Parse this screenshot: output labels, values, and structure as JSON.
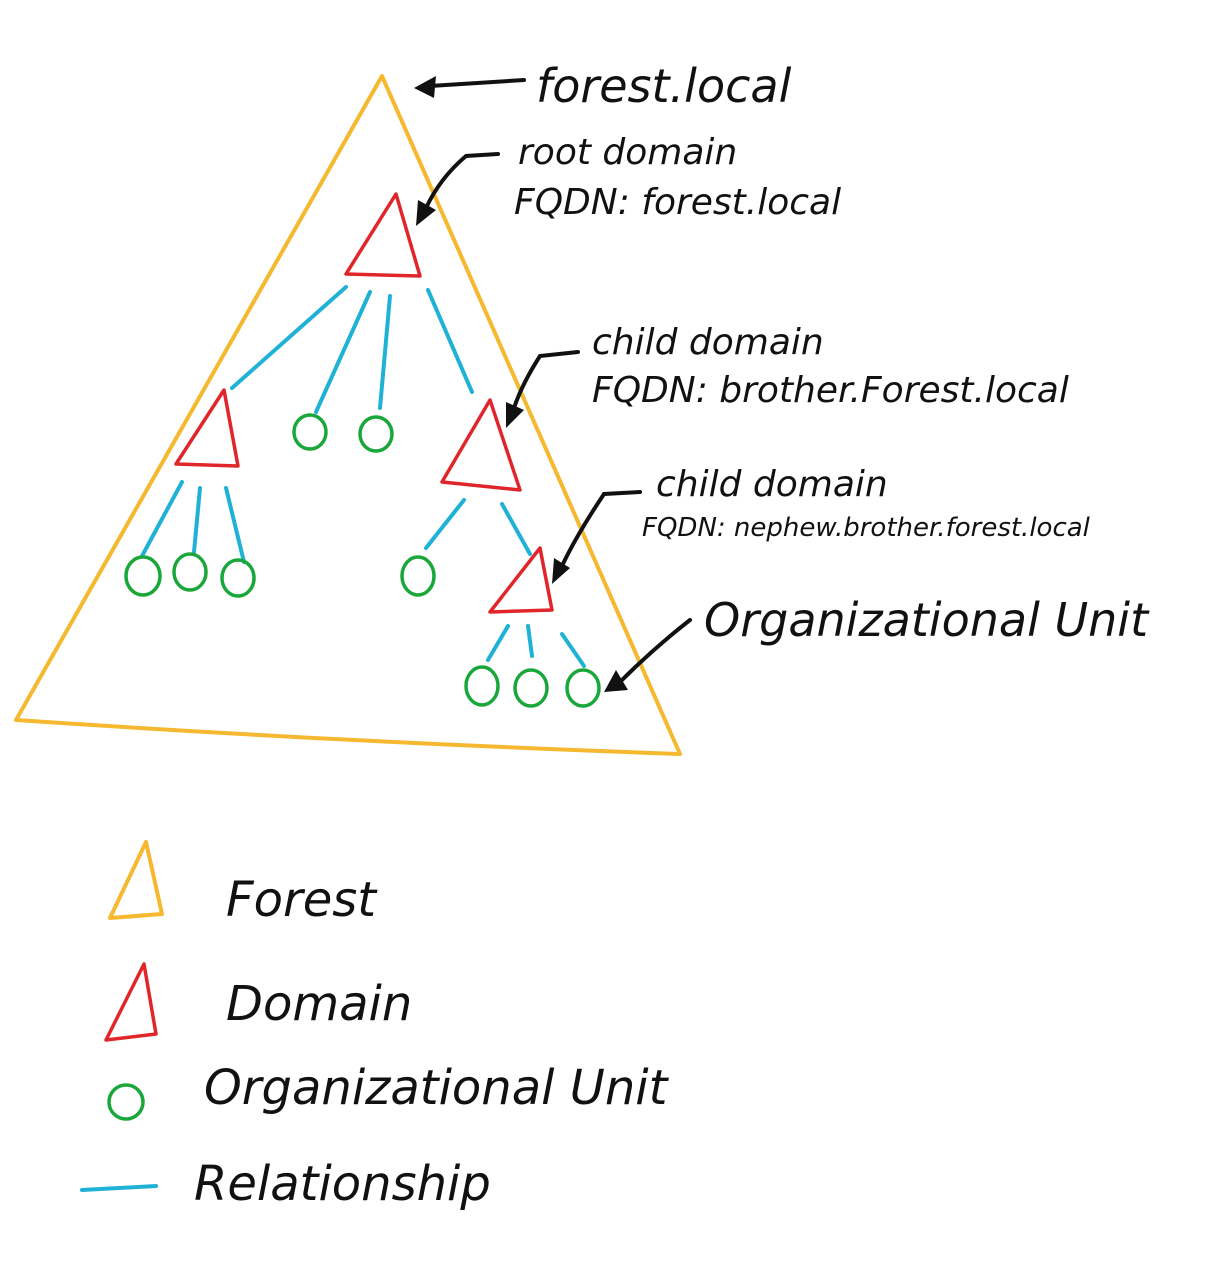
{
  "colors": {
    "forest": "#f5b82e",
    "domain": "#e0262b",
    "organizational_unit": "#1aa73a",
    "relationship": "#1fb1d6",
    "ink": "#111111"
  },
  "annotations": {
    "forest_label": "forest.local",
    "root_domain_title": "root domain",
    "root_domain_fqdn": "FQDN: forest.local",
    "child_domain_1_title": "child domain",
    "child_domain_1_fqdn": "FQDN: brother.Forest.local",
    "child_domain_2_title": "child domain",
    "child_domain_2_fqdn": "FQDN: nephew.brother.forest.local",
    "ou_label": "Organizational Unit"
  },
  "legend": {
    "forest": "Forest",
    "domain": "Domain",
    "organizational_unit": "Organizational Unit",
    "relationship": "Relationship"
  }
}
